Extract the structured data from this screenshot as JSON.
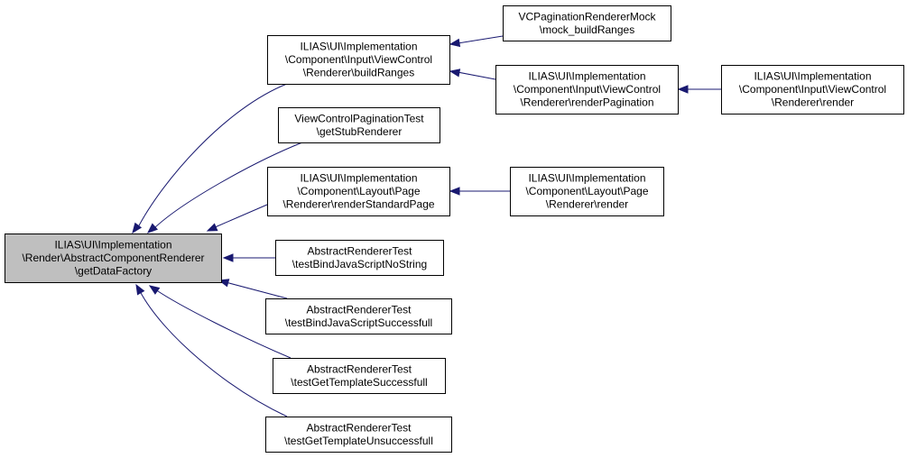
{
  "diagram": {
    "root": {
      "id": "getDataFactory",
      "lines": [
        "ILIAS\\UI\\Implementation",
        "\\Render\\AbstractComponentRenderer",
        "\\getDataFactory"
      ]
    },
    "nodes": [
      {
        "id": "buildRanges",
        "lines": [
          "ILIAS\\UI\\Implementation",
          "\\Component\\Input\\ViewControl",
          "\\Renderer\\buildRanges"
        ]
      },
      {
        "id": "getStubRenderer",
        "lines": [
          "ViewControlPaginationTest",
          "\\getStubRenderer"
        ]
      },
      {
        "id": "renderStandardPage",
        "lines": [
          "ILIAS\\UI\\Implementation",
          "\\Component\\Layout\\Page",
          "\\Renderer\\renderStandardPage"
        ]
      },
      {
        "id": "testBindJavaScriptNoString",
        "lines": [
          "AbstractRendererTest",
          "\\testBindJavaScriptNoString"
        ]
      },
      {
        "id": "testBindJavaScriptSuccessfull",
        "lines": [
          "AbstractRendererTest",
          "\\testBindJavaScriptSuccessfull"
        ]
      },
      {
        "id": "testGetTemplateSuccessfull",
        "lines": [
          "AbstractRendererTest",
          "\\testGetTemplateSuccessfull"
        ]
      },
      {
        "id": "testGetTemplateUnsuccessfull",
        "lines": [
          "AbstractRendererTest",
          "\\testGetTemplateUnsuccessfull"
        ]
      },
      {
        "id": "mock_buildRanges",
        "lines": [
          "VCPaginationRendererMock",
          "\\mock_buildRanges"
        ]
      },
      {
        "id": "renderPagination",
        "lines": [
          "ILIAS\\UI\\Implementation",
          "\\Component\\Input\\ViewControl",
          "\\Renderer\\renderPagination"
        ]
      },
      {
        "id": "viewControlRender",
        "lines": [
          "ILIAS\\UI\\Implementation",
          "\\Component\\Input\\ViewControl",
          "\\Renderer\\render"
        ]
      },
      {
        "id": "layoutPageRender",
        "lines": [
          "ILIAS\\UI\\Implementation",
          "\\Component\\Layout\\Page",
          "\\Renderer\\render"
        ]
      }
    ],
    "edges": [
      {
        "from": "buildRanges",
        "to": "getDataFactory"
      },
      {
        "from": "getStubRenderer",
        "to": "getDataFactory"
      },
      {
        "from": "renderStandardPage",
        "to": "getDataFactory"
      },
      {
        "from": "testBindJavaScriptNoString",
        "to": "getDataFactory"
      },
      {
        "from": "testBindJavaScriptSuccessfull",
        "to": "getDataFactory"
      },
      {
        "from": "testGetTemplateSuccessfull",
        "to": "getDataFactory"
      },
      {
        "from": "testGetTemplateUnsuccessfull",
        "to": "getDataFactory"
      },
      {
        "from": "mock_buildRanges",
        "to": "buildRanges"
      },
      {
        "from": "renderPagination",
        "to": "buildRanges"
      },
      {
        "from": "viewControlRender",
        "to": "renderPagination"
      },
      {
        "from": "layoutPageRender",
        "to": "renderStandardPage"
      }
    ],
    "colors": {
      "edge": "#191970",
      "root_fill": "#bfbfbf",
      "node_fill": "#ffffff",
      "border": "#000000"
    }
  }
}
